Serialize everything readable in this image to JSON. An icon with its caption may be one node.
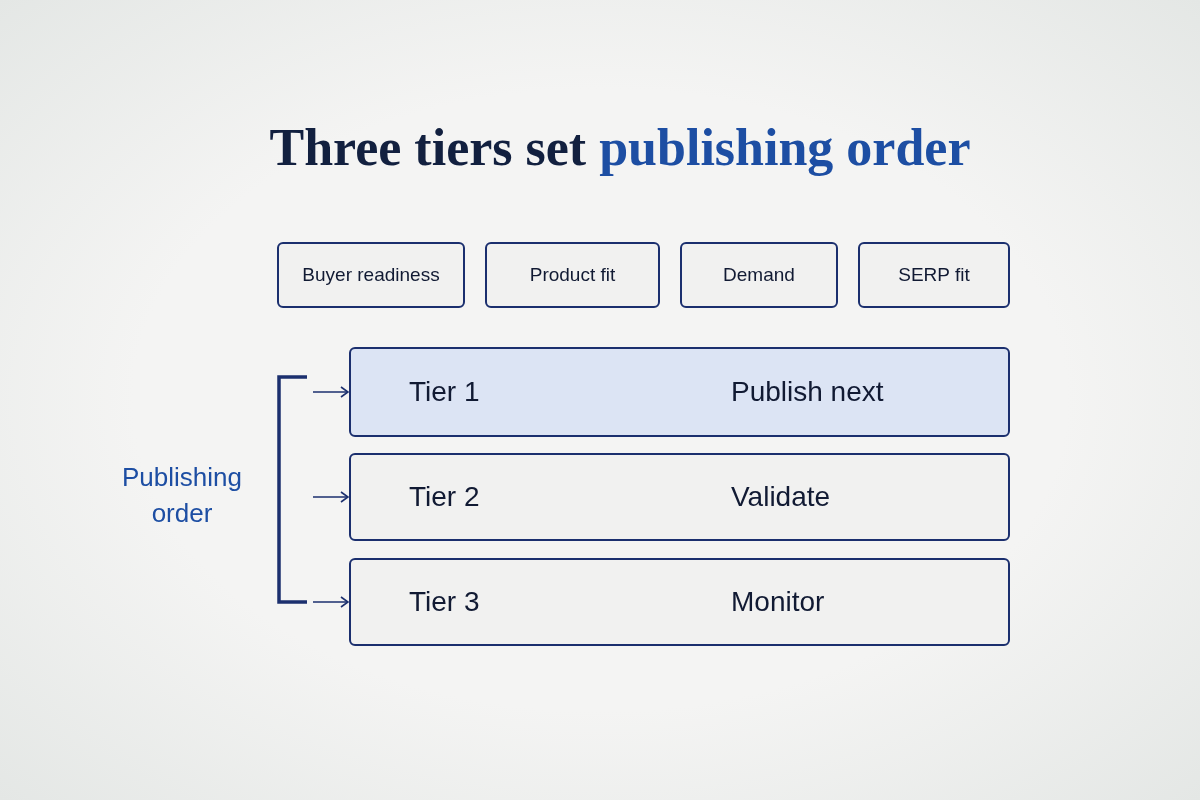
{
  "diagram": {
    "title": "Three tiers set *publishing order*",
    "nodes": [
      {
        "text": [
          "Buyer readiness"
        ]
      },
      {
        "text": [
          "Product fit"
        ]
      },
      {
        "text": [
          "Demand"
        ]
      },
      {
        "text": [
          "SERP fit"
        ]
      },
      {
        "text": [],
        "shape": "bracket"
      },
      {
        "text": [
          "Tier 1",
          "Publish next"
        ]
      },
      {
        "text": [
          "Tier 2",
          "Validate"
        ]
      },
      {
        "text": [
          "Tier 3",
          "Monitor"
        ]
      }
    ],
    "edges": [
      {
        "from": 4,
        "to": 5,
        "arrow": "to"
      },
      {
        "from": 4,
        "to": 6,
        "arrow": "to"
      },
      {
        "from": 4,
        "to": 7,
        "arrow": "to"
      }
    ],
    "labels": [
      "Publishing order"
    ]
  }
}
